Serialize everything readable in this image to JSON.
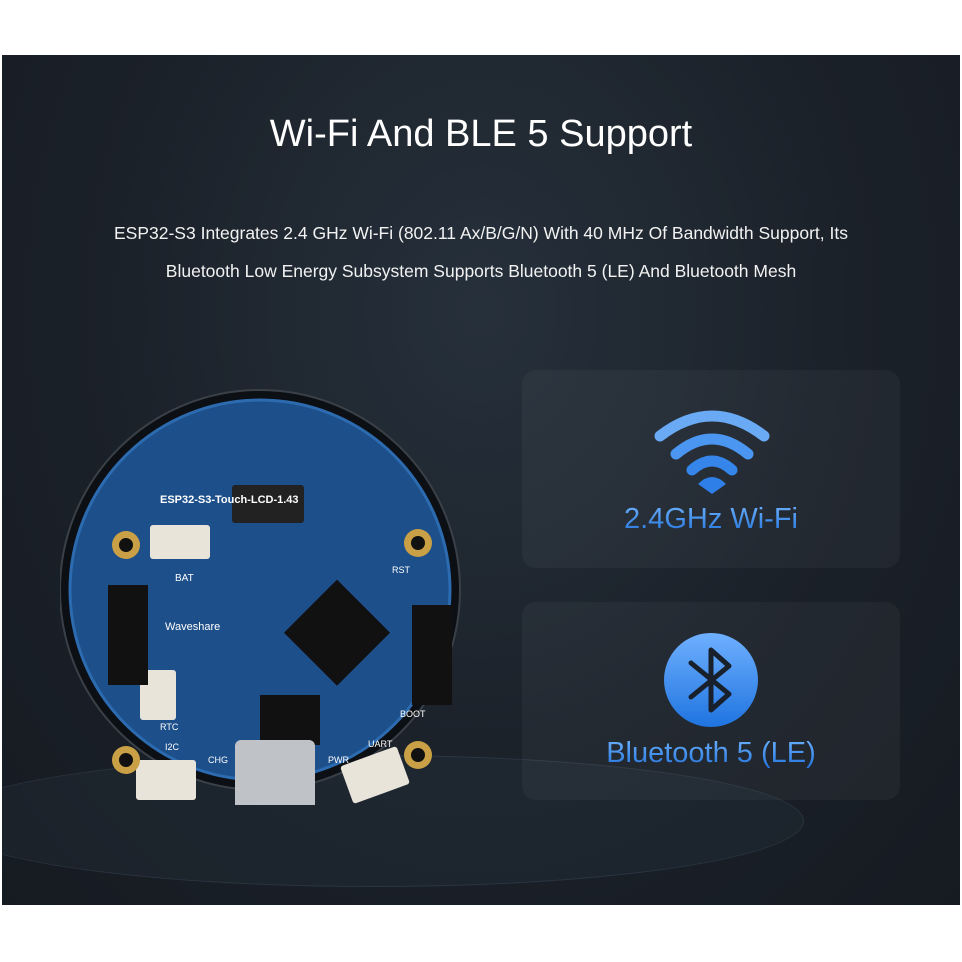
{
  "header": {
    "title": "Wi-Fi And BLE 5 Support",
    "description_line1": "ESP32-S3 Integrates 2.4 GHz Wi-Fi (802.11 Ax/B/G/N) With 40 MHz Of Bandwidth Support, Its",
    "description_line2": "Bluetooth Low Energy Subsystem Supports Bluetooth 5 (LE) And Bluetooth Mesh"
  },
  "features": [
    {
      "icon": "wifi-icon",
      "label": "2.4GHz Wi-Fi"
    },
    {
      "icon": "bluetooth-icon",
      "label": "Bluetooth 5 (LE)"
    }
  ],
  "board": {
    "model": "ESP32-S3-Touch-LCD-1.43",
    "brand": "Waveshare",
    "labels": [
      "BAT",
      "RTC",
      "I2C",
      "CHG",
      "PWR",
      "UART",
      "BOOT",
      "RST"
    ]
  },
  "colors": {
    "background": "#1b2129",
    "accent": "#3d8ef0",
    "pcb": "#1d4f8a"
  }
}
